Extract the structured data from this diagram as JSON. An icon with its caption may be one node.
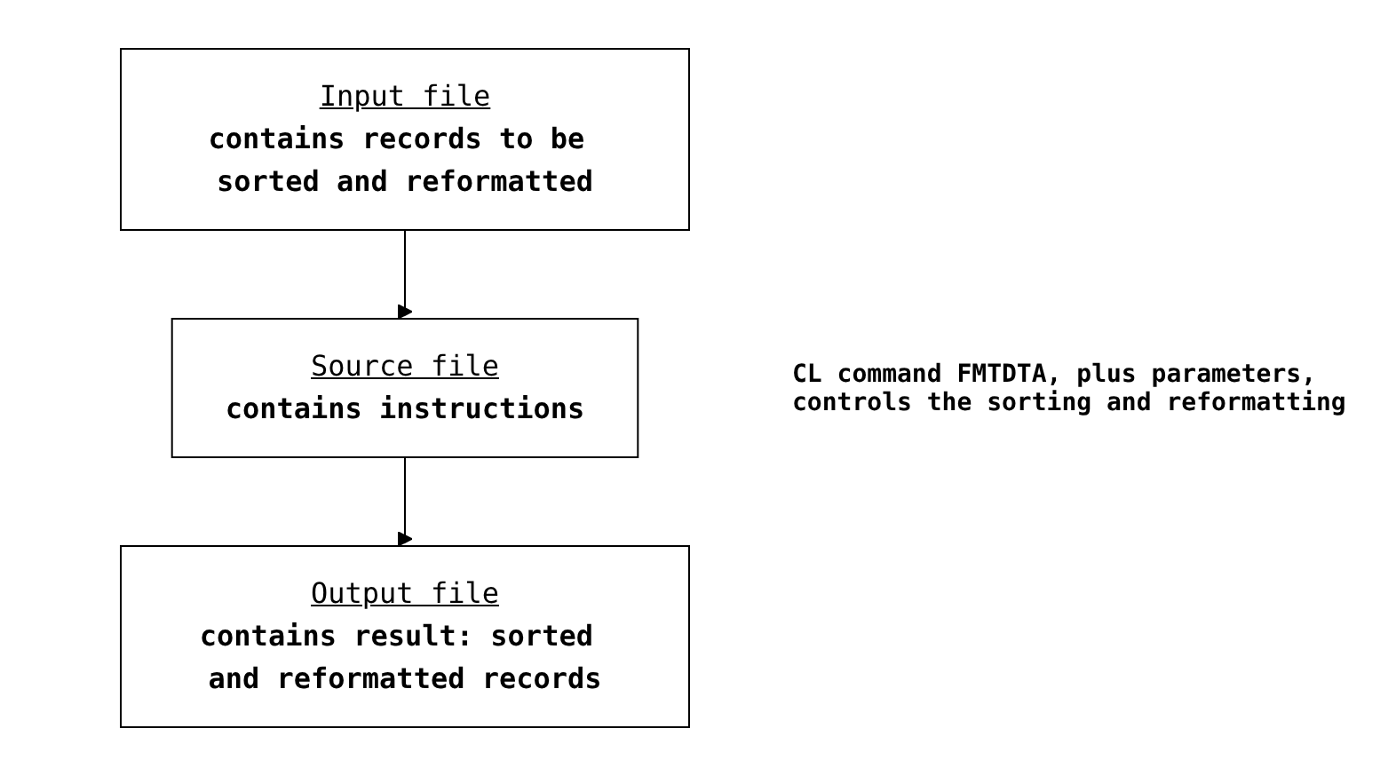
{
  "diagram": {
    "nodes": [
      {
        "text": [
          "Input file",
          "contains records to be sorted and reformatted"
        ]
      },
      {
        "text": [
          "Source file",
          "contains instructions"
        ]
      },
      {
        "text": [
          "Output file",
          "contains result: sorted and reformatted records"
        ]
      }
    ],
    "edges": [
      {
        "from": 0,
        "to": 1,
        "arrow": "to"
      },
      {
        "from": 1,
        "to": 2,
        "arrow": "to"
      }
    ],
    "labels": [
      "CL command FMTDTA, plus parameters, controls the sorting and reformatting"
    ]
  }
}
